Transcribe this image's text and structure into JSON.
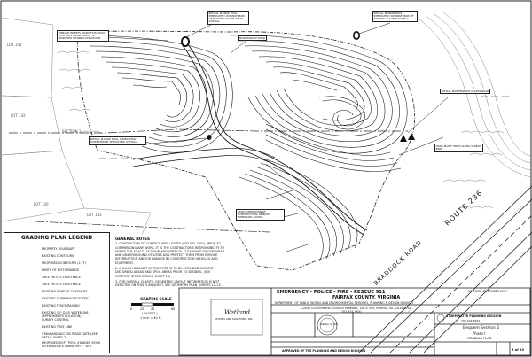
{
  "legend": {
    "title": "GRADING PLAN LEGEND",
    "items": [
      "PROPERTY BOUNDARY",
      "EXISTING CONTOURS",
      "PROPOSED CONTOURS (2 FT)",
      "LIMITS OF DISTURBANCE",
      "TREE PROTECTION FENCE",
      "TREE PROTECTION FENCE",
      "EXISTING EDGE OF PAVEMENT",
      "EXISTING OVERHEAD ELECTRIC",
      "EXISTING FENCE/RAILING",
      "EXISTING 12\" D.I.P. WATERLINE (APPROXIMATE LOCATION)",
      "SURVEY CONTROL",
      "EXISTING TREE LINE",
      "STANDARD ACCESS ROAD GATE (SEE DETAIL SHEET 7)",
      "PROPOSED SOFT POOL (HEADER ROCK INTERMEDIATE DIAMETER ~ 30\")"
    ]
  },
  "notes": {
    "title": "GENERAL NOTES",
    "items": [
      "1.  CONTRACTOR TO CONTACT MISS UTILITY (800-552-7001) PRIOR TO COMMENCING ANY WORK. IT IS THE CONTRACTOR'S RESPONSIBILITY TO VERIFY THE EXACT LOCATION AND VERTICAL CLEARANCE OF OVERHEAD AND UNDERGROUND UTILITIES AND PROTECT THEM FROM SERVICE INTERRUPTION AND/OR DAMAGE BY CONSTRUCTION VEHICLES AND EQUIPMENT.",
      "2.  A 6-INCH BLANKET OF COMPOST IS TO BE PROVIDED OVERTOP DISTURBED AREAS AND SPOIL AREAS PRIOR TO SEEDING. (SEE COMPOST SPECIFICATION SHEET 16)",
      "3.  FOR OVERALL CLARITY, GEOMETRIC LAYOUT INFORMATION IS NOT DEPICTED ON THIS PLAN SHEET. SEE GEOMETRY PLAN, SHEETS 12-13."
    ]
  },
  "scale": {
    "label": "GRAPHIC SCALE",
    "ticks": [
      "0",
      "20",
      "40",
      "80"
    ],
    "unit": "( IN FEET )",
    "ratio": "1 inch = 40 ft."
  },
  "emergency": {
    "banner": "EMERGENCY - POLICE - FIRE - RESCUE   911",
    "county": "FAIRFAX COUNTY, VIRGINIA",
    "dept": "DEPARTMENT OF PUBLIC WORKS AND ENVIRONMENTAL SERVICES, PLANNING & DESIGN DIVISION",
    "address": "12000 GOVERNMENT CENTER PARKWAY, SUITE 449, FAIRFAX, VA 22035-0052",
    "phone": "703-324-5500"
  },
  "tb": {
    "revised": "REVISED: SEPTEMBER 2007",
    "branch": "STORMWATER PLANNING DIVISION",
    "branch2": "703-324-5500",
    "project_name": "Bequem Section 2",
    "phase": "Phase I",
    "sheet_title": "GRADING PLAN",
    "designer": "Wetland",
    "designer_sub": "STUDIES AND SOLUTIONS, INC.",
    "seal_name": "William G. Hilt",
    "approved": "APPROVED BY THE PLANNING AND DESIGN DIVISION",
    "sheet_no": "8 of 23"
  },
  "labels": {
    "route": "ROUTE 236",
    "road": "BRADDOCK ROAD",
    "lot_a": "LOT 141",
    "lot_b": "LOT 142",
    "lot_c": "LOT 143",
    "lot_d": "LOT 140",
    "section": "SECTION 2"
  },
  "callouts": [
    "IMPROVE INSERTS TRANSITION FROM EXISTING STREAM VALLEY TO PROPOSED CHANNEL ELEVATIONS",
    "INSTALL PLUNGE POOL IMMEDIATELY DOWNSTREAM OF EXISTING STORM DRAIN OUTFALL",
    "INSTALL PLUNGE POOL IMMEDIATELY DOWNSTREAM OF EXISTING CULVERT OUTFALL",
    "INSTALL PLUNGE POOL. IMMEDIATELY DOWNSTREAM OF EXISTING OUTFALL",
    "MAINTENANCE ROAD",
    "INSTALL MAINTENANCE ACCESS ROAD",
    "UPON COMPLETION OF CONSTRUCTION, REMOVE TEMPORARY ACCESS",
    "HAND PLANT TREES ALONG STREAM BANK"
  ]
}
